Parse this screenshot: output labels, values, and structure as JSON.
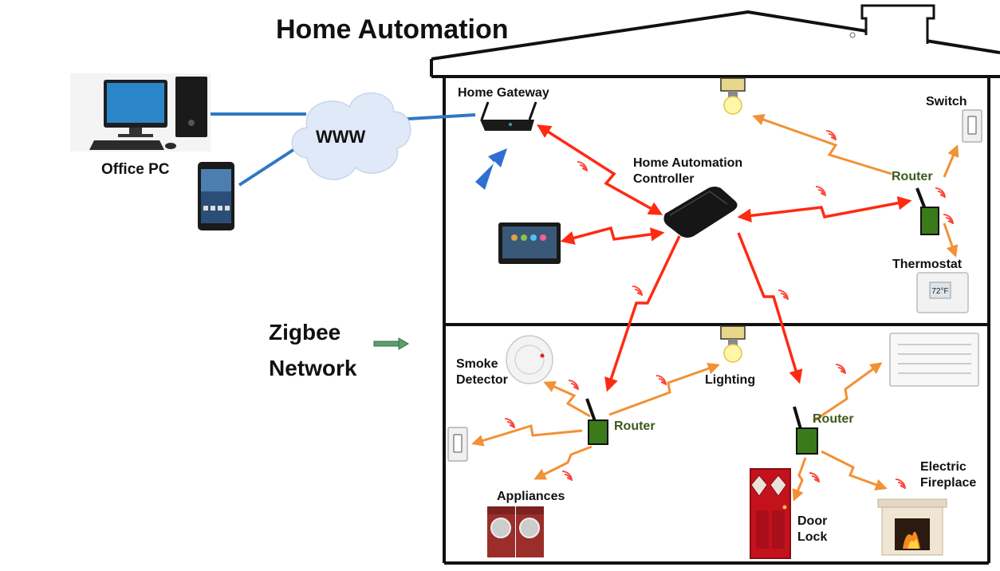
{
  "title": "Home Automation",
  "zigbee_label": [
    "Zigbee",
    "Network"
  ],
  "cloud_label": "WWW",
  "labels": {
    "office_pc": "Office PC",
    "home_gateway": "Home Gateway",
    "controller": [
      "Home Automation",
      "Controller"
    ],
    "switch": "Switch",
    "router_top": "Router",
    "thermostat": "Thermostat",
    "thermostat_display": "72°F",
    "smoke_detector": [
      "Smoke",
      "Detector"
    ],
    "lighting": "Lighting",
    "router_bottom_left": "Router",
    "router_bottom_right": "Router",
    "appliances": "Appliances",
    "door_lock": [
      "Door",
      "Lock"
    ],
    "electric_fireplace": [
      "Electric",
      "Fireplace"
    ]
  },
  "colors": {
    "controller_link": "#ff2a12",
    "device_link": "#f29135",
    "internet_link": "#2f78c4",
    "router_label": "#3c5a1c",
    "wifi": "#ff3b2f",
    "cloud": "#dfe9f7"
  },
  "icons": [
    "desktop-computer-icon",
    "smartphone-icon",
    "cloud-icon",
    "gateway-icon",
    "controller-hub-icon",
    "tablet-icon",
    "light-bulb-icon",
    "wall-switch-icon",
    "router-icon",
    "thermostat-icon",
    "smoke-detector-icon",
    "air-conditioner-icon",
    "washer-dryer-icon",
    "door-icon",
    "fireplace-icon",
    "wifi-icon",
    "arrow-right-icon",
    "arrow-pointer-icon"
  ]
}
